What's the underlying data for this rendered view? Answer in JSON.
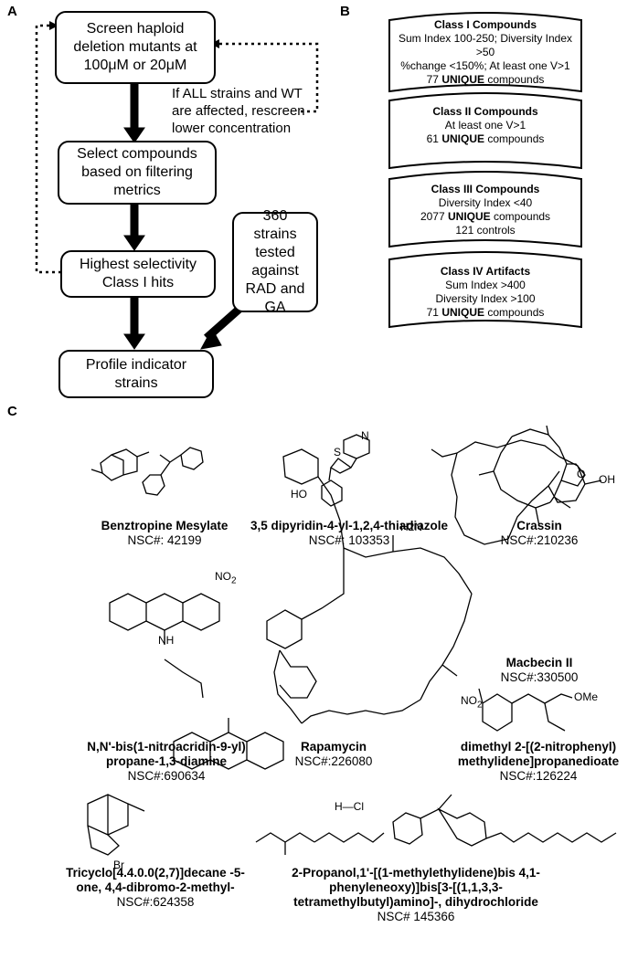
{
  "panel_labels": {
    "a": "A",
    "b": "B",
    "c": "C"
  },
  "flow": {
    "screen": "Screen  haploid deletion mutants at 100μM or 20μM",
    "rescreen_note": "If ALL strains and WT are affected, rescreen lower concentration",
    "select": "Select compounds based on filtering metrics",
    "highest": "Highest selectivity Class I hits",
    "strains": "360 strains tested against RAD and GA",
    "profile": "Profile indicator strains"
  },
  "classes": [
    {
      "title": "Class I Compounds",
      "lines": [
        "Sum Index 100-250; Diversity Index >50",
        "%change <150%; At least one V>1"
      ],
      "count": "77",
      "unique": "UNIQUE",
      "suffix": "compounds",
      "extra": ""
    },
    {
      "title": "Class II Compounds",
      "lines": [
        "At least one V>1"
      ],
      "count": "61",
      "unique": "UNIQUE",
      "suffix": "compounds",
      "extra": ""
    },
    {
      "title": "Class III Compounds",
      "lines": [
        "Diversity Index <40"
      ],
      "count": "2077",
      "unique": "UNIQUE",
      "suffix": "compounds",
      "extra": "121 controls"
    },
    {
      "title": "Class IV Artifacts",
      "lines": [
        "Sum Index >400",
        "Diversity Index >100"
      ],
      "count": "71",
      "unique": "UNIQUE",
      "suffix": "compounds",
      "extra": ""
    }
  ],
  "compounds": [
    {
      "name": "Benztropine Mesylate",
      "nsc": "NSC#: 42199"
    },
    {
      "name": "3,5 dipyridin-4-yl-1,2,4-thiadiazole",
      "nsc": "NSC#: 103353"
    },
    {
      "name": "Crassin",
      "nsc": "NSC#:210236"
    },
    {
      "name": "Macbecin II",
      "nsc": "NSC#:330500"
    },
    {
      "name": "N,N'-bis(1-nitroacridin-9-yl) propane-1,3-diamine",
      "nsc": "NSC#:690634"
    },
    {
      "name": "Rapamycin",
      "nsc": "NSC#:226080"
    },
    {
      "name": "dimethyl 2-[(2-nitrophenyl) methylidene]propanedioate",
      "nsc": "NSC#:126224"
    },
    {
      "name": "Tricyclo[4.4.0.0(2,7)]decane -5-one, 4,4-dibromo-2-methyl-",
      "nsc": "NSC#:624358"
    },
    {
      "name": "2-Propanol,1'-[(1-methylethylidene)bis 4,1-phenyleneoxy)]bis[3-[(1,1,3,3-tetramethylbutyl)amino]-, dihydrochloride",
      "nsc": "NSC# 145366"
    }
  ],
  "atoms": {
    "no2": "NO",
    "nh": "NH",
    "n": "N",
    "s": "S",
    "o": "O",
    "oh": "OH",
    "ho": "HO",
    "h2n": "H2N",
    "ome": "OMe",
    "br": "Br",
    "hcl": "H—Cl",
    "h": "H"
  }
}
